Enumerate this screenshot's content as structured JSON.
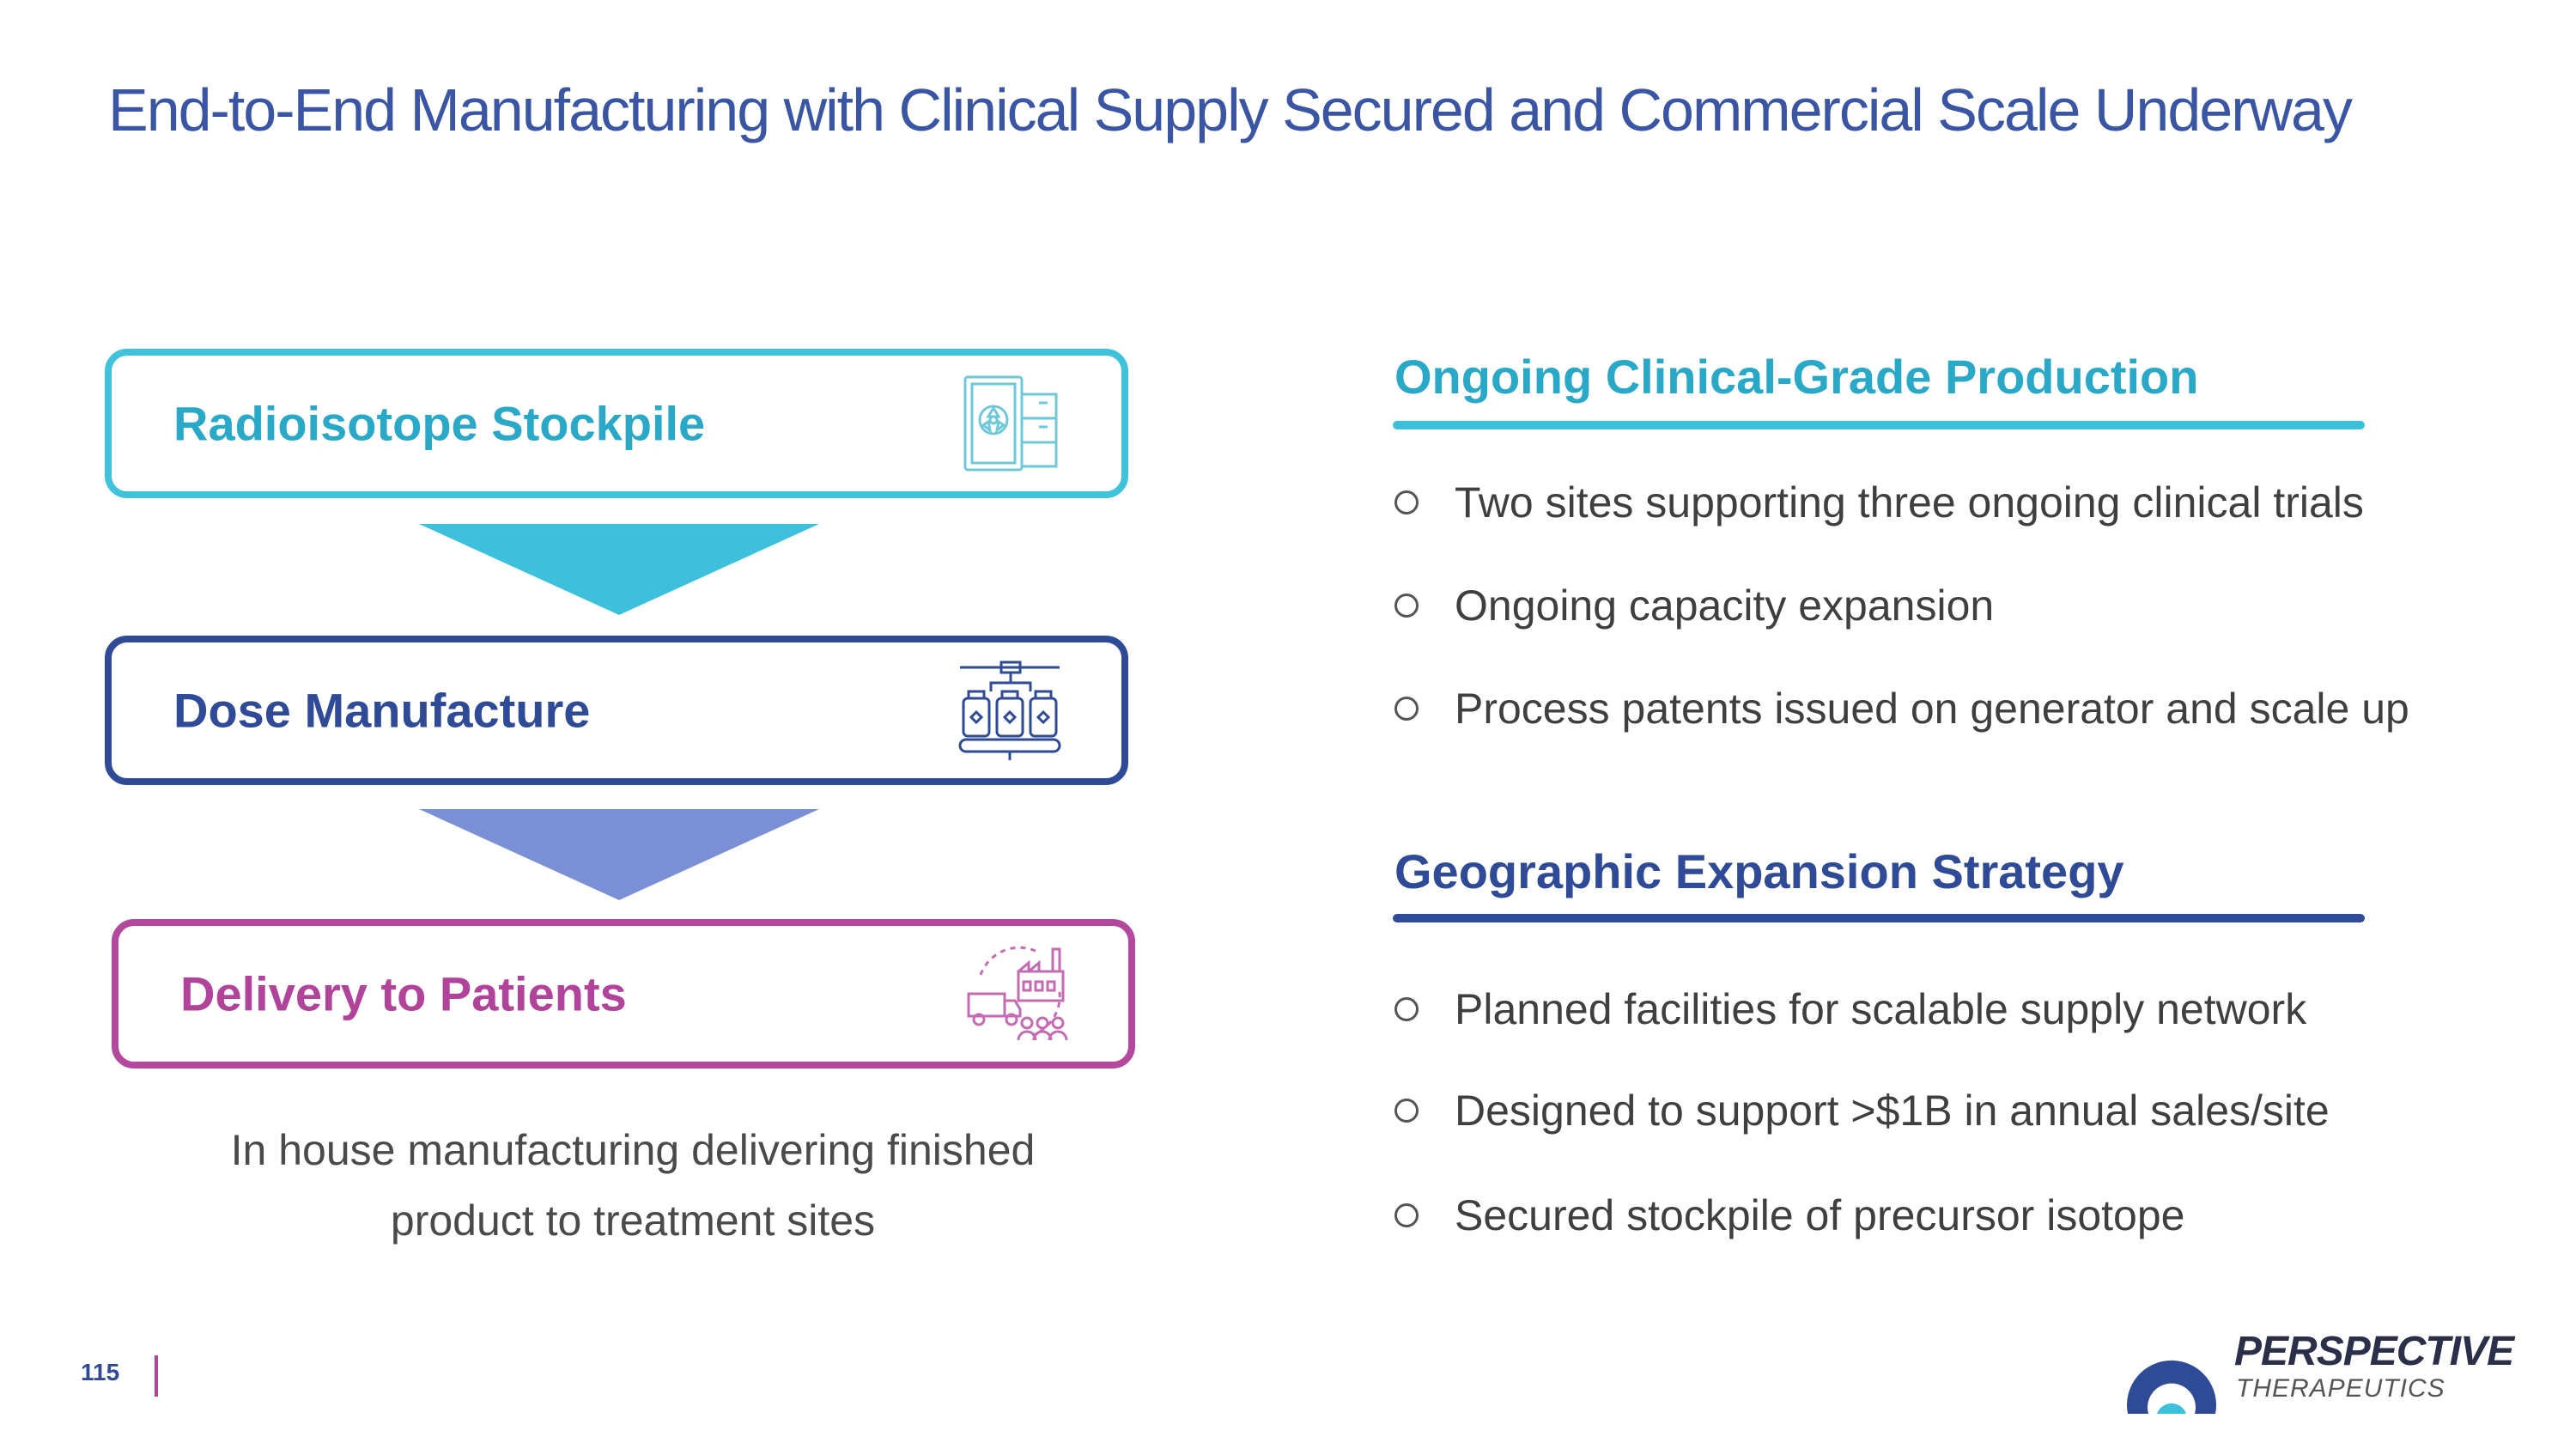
{
  "title": "End-to-End Manufacturing with Clinical Supply Secured and Commercial Scale Underway",
  "flow": {
    "steps": [
      {
        "label": "Radioisotope Stockpile",
        "icon": "radioactive-storage-icon",
        "color": "#40c2db"
      },
      {
        "label": "Dose Manufacture",
        "icon": "vial-production-line-icon",
        "color": "#2f4a96"
      },
      {
        "label": "Delivery to Patients",
        "icon": "delivery-truck-factory-icon",
        "color": "#b3489d"
      }
    ],
    "arrow_colors": [
      "#3cc0dc",
      "#7b8fd6"
    ],
    "caption_line1": "In house manufacturing delivering finished",
    "caption_line2": "product to treatment sites"
  },
  "sections": [
    {
      "title": "Ongoing Clinical-Grade Production",
      "color": "#29a8c8",
      "bullets": [
        "Two sites supporting three ongoing clinical trials",
        "Ongoing capacity expansion",
        "Process patents issued on generator and scale up"
      ]
    },
    {
      "title": "Geographic Expansion Strategy",
      "color": "#2f4a96",
      "bullets": [
        "Planned facilities for scalable supply network",
        "Designed to support >$1B in annual sales/site",
        "Secured stockpile of precursor isotope"
      ]
    }
  ],
  "footer": {
    "page_number": "115",
    "logo_name": "PERSPECTIVE",
    "logo_sub": "THERAPEUTICS"
  }
}
